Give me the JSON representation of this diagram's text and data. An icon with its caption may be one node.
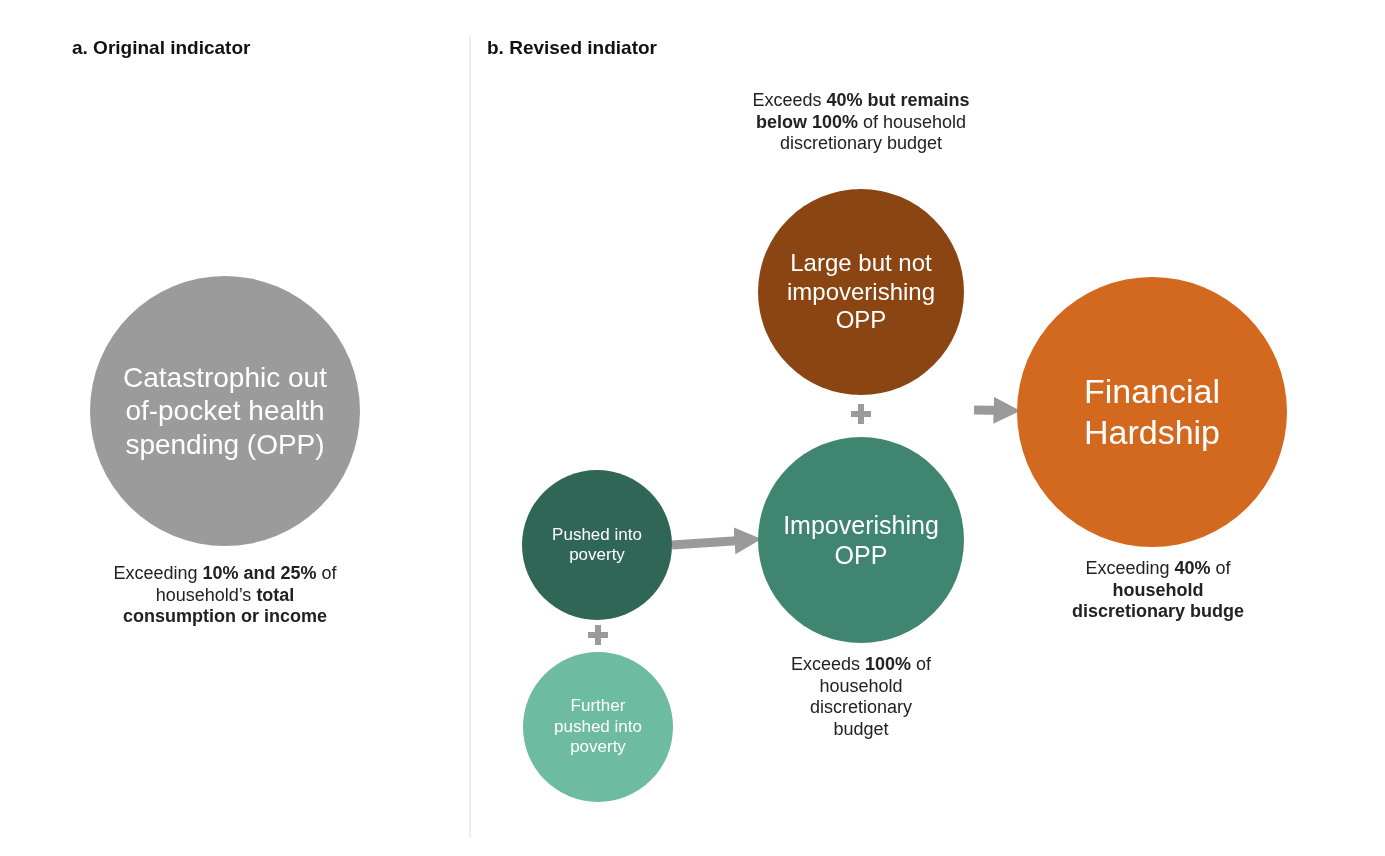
{
  "diagram": {
    "nodes": [
      {
        "text": [
          "Catastrophic out of-pocket health spending (OPP)"
        ],
        "beside": [
          "Exceeding **10% and 25%** of household’s **total consumption or income**"
        ]
      },
      {
        "text": [
          "Large but not impoverishing OPP"
        ],
        "beside": [
          "Exceeds **40% but remains  below 100%** of household discretionary budget"
        ]
      },
      {
        "text": [
          "Impoverishing OPP"
        ],
        "beside": [
          "Exceeds **100%** of household discretionary budget"
        ]
      },
      {
        "text": [
          "Financial Hardship"
        ],
        "beside": [
          "Exceeding **40%** of **household discretionary budge**"
        ]
      },
      {
        "text": [
          "Pushed into poverty"
        ]
      },
      {
        "text": [
          "Further pushed into poverty"
        ]
      }
    ],
    "edges": [
      {
        "from": null,
        "to": 3,
        "arrow": "to"
      },
      {
        "from": 4,
        "to": 2,
        "arrow": "to"
      }
    ],
    "labels": [
      "a. Original indicator",
      "b. Revised indiator"
    ]
  }
}
